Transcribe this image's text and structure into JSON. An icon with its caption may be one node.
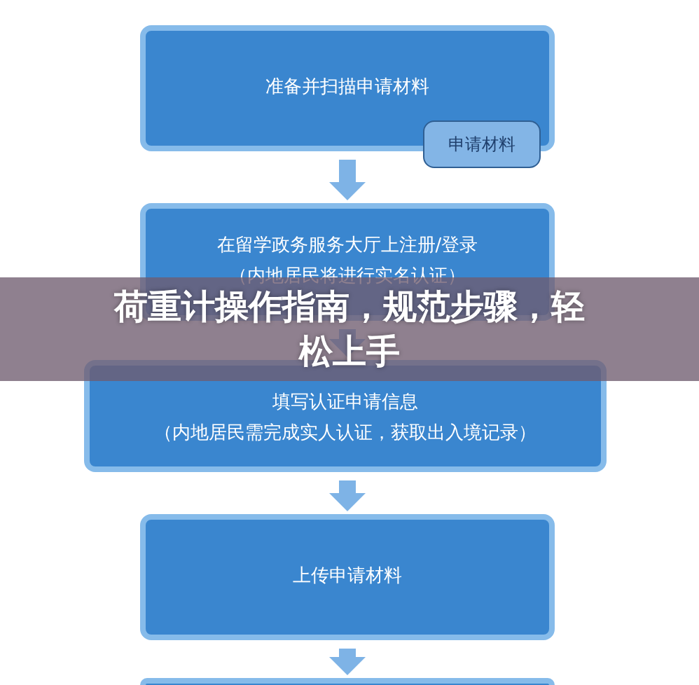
{
  "diagram": {
    "title": "荷重计操作指南，规范步骤，轻松上手",
    "nodes": [
      {
        "text": [
          "准备并扫描申请材料"
        ]
      },
      {
        "text": [
          "申请材料"
        ]
      },
      {
        "text": [
          "在留学政务服务大厅上注册/登录",
          "（内地居民将进行实名认证）"
        ]
      },
      {
        "text": [
          "填写认证申请信息",
          "（内地居民需完成实人认证，获取出入境记录）"
        ]
      },
      {
        "text": [
          "上传申请材料"
        ]
      },
      {
        "text": [],
        "shape": "box"
      }
    ],
    "edges": [
      {
        "from": 0,
        "to": 2,
        "arrow": "to"
      },
      {
        "from": 2,
        "to": 3,
        "arrow": "to"
      },
      {
        "from": 3,
        "to": 4,
        "arrow": "to"
      },
      {
        "from": 4,
        "to": 5,
        "arrow": "to"
      }
    ]
  }
}
